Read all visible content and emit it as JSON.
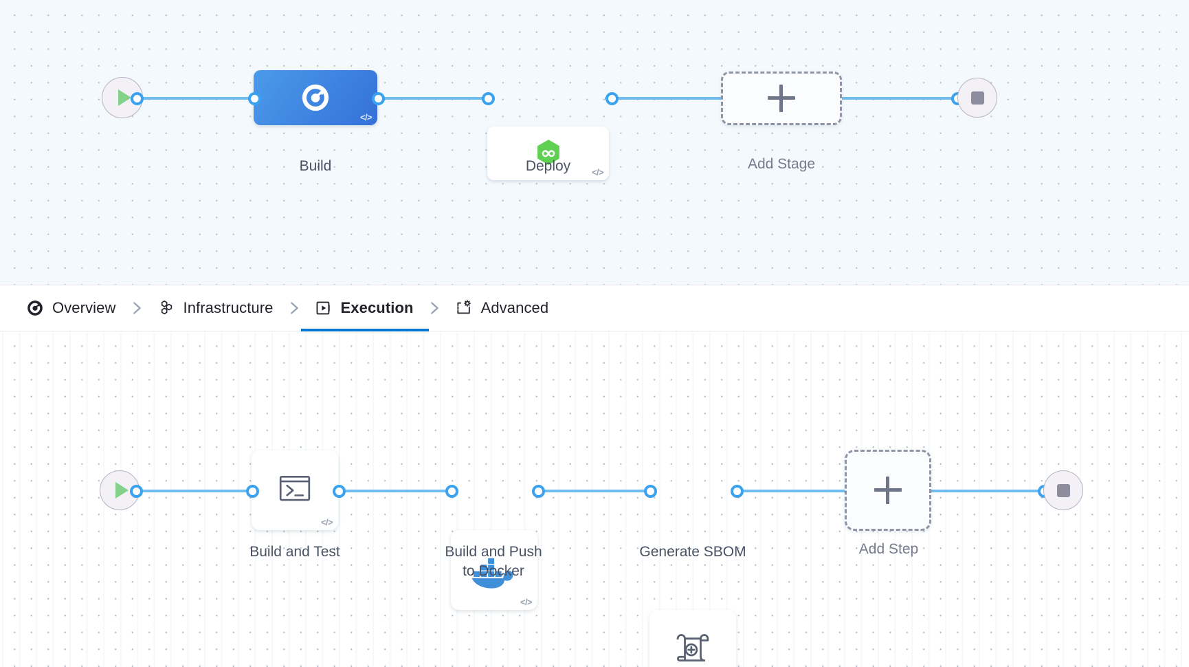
{
  "tabs": [
    {
      "label": "Overview",
      "icon": "harness-ci-icon",
      "active": false
    },
    {
      "label": "Infrastructure",
      "icon": "hexagons-icon",
      "active": false
    },
    {
      "label": "Execution",
      "icon": "play-box-icon",
      "active": true
    },
    {
      "label": "Advanced",
      "icon": "card-gear-icon",
      "active": false
    }
  ],
  "stage_graph": {
    "start_node": {
      "name": "pipeline-start",
      "icon": "play-icon"
    },
    "end_node": {
      "name": "pipeline-end",
      "icon": "stop-icon"
    },
    "stages": [
      {
        "label": "Build",
        "icon": "harness-ci-icon",
        "selected": true,
        "code_badge": "</>"
      },
      {
        "label": "Deploy",
        "icon": "harness-cd-icon",
        "selected": false,
        "code_badge": "</>"
      }
    ],
    "add_stage": {
      "label": "Add Stage",
      "icon": "plus-icon"
    }
  },
  "step_graph": {
    "start_node": {
      "name": "execution-start",
      "icon": "play-icon"
    },
    "end_node": {
      "name": "execution-end",
      "icon": "stop-icon"
    },
    "steps": [
      {
        "label": "Build and Test",
        "icon": "terminal-icon",
        "code_badge": "</>"
      },
      {
        "label": "Build and Push\nto Docker",
        "icon": "docker-icon",
        "code_badge": "</>"
      },
      {
        "label": "Generate SBOM",
        "icon": "sbom-scroll-icon",
        "code_badge": "</>"
      }
    ],
    "add_step": {
      "label": "Add Step",
      "icon": "plus-icon"
    }
  },
  "colors": {
    "accent_blue": "#0278d5",
    "edge_blue": "#6fbdf0",
    "port_blue": "#3ba2ef",
    "stage_selected_from": "#4a9bea",
    "stage_selected_to": "#3570d8",
    "harness_cd_green": "#5fd051",
    "docker_blue": "#3f90d8",
    "start_play_green": "#84d18b",
    "stop_square_gray": "#8d8d9e",
    "canvas_top_bg": "#f3f9fd",
    "canvas_bottom_bg": "#ffffff",
    "dot_grid": "#b9c3cf",
    "label_text": "#4a5163"
  }
}
